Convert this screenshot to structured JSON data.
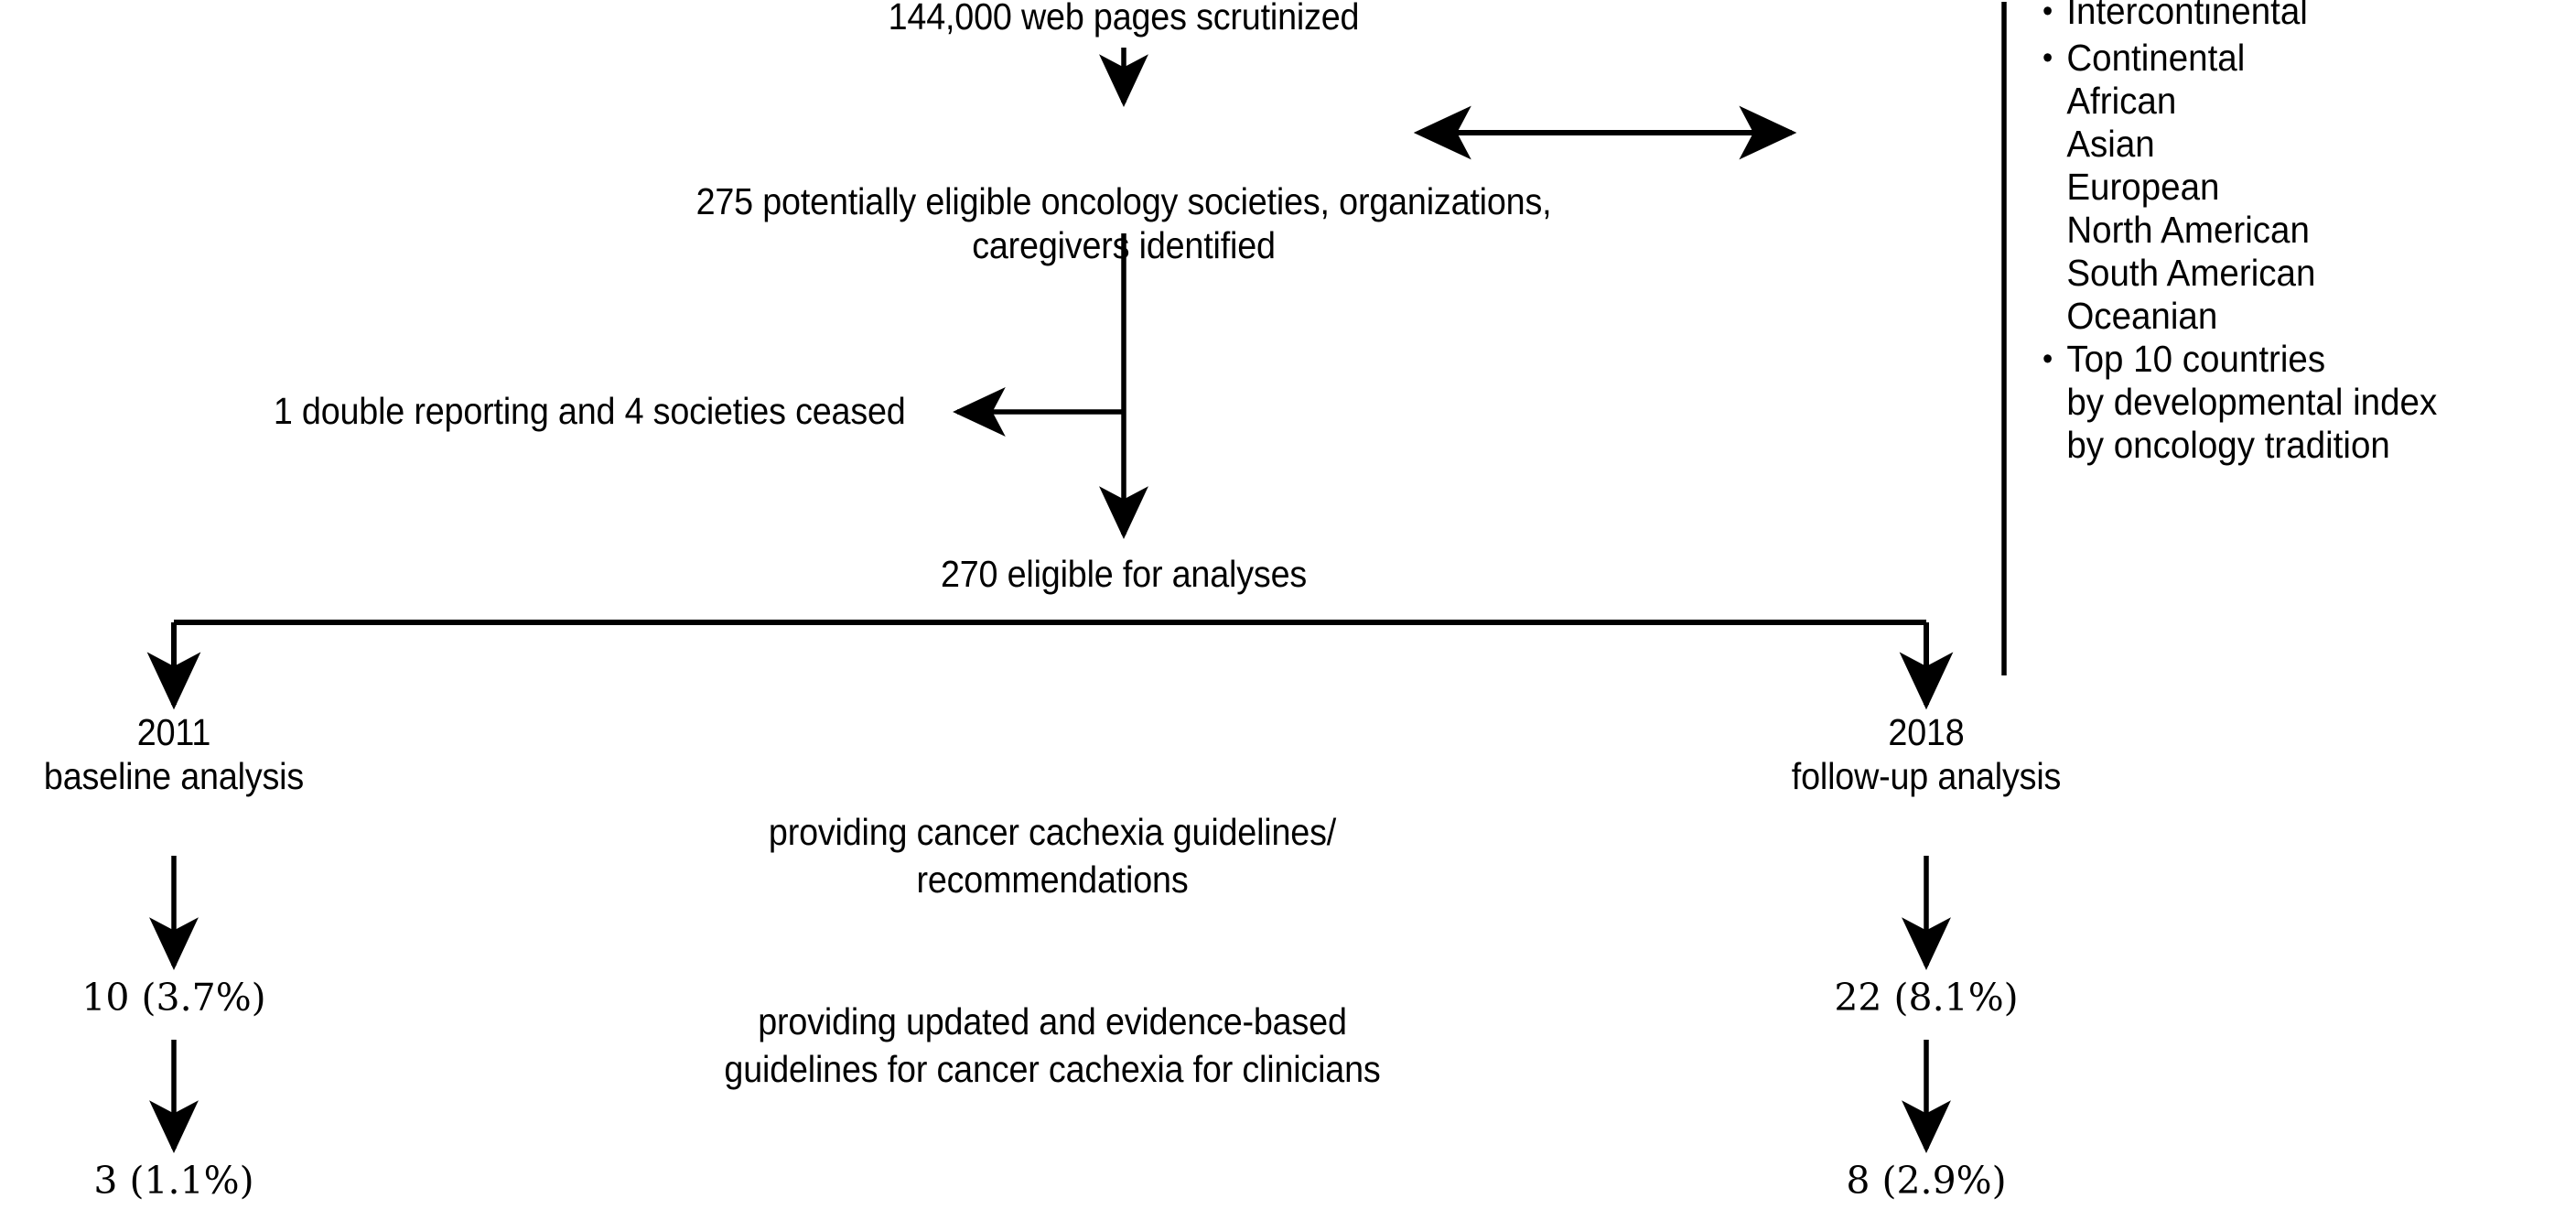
{
  "diagram": {
    "title": "Cancer cachexia guideline flow diagram",
    "line_color": "#000000",
    "background": "#ffffff"
  },
  "flow": {
    "screened": "144,000 web pages scrutinized",
    "eligible_candidates": "275 potentially eligible oncology societies, organizations,\ncaregivers identified",
    "excluded": "1 double reporting and 4 societies ceased",
    "eligible_final": "270 eligible for analyses",
    "left_branch": {
      "year": "2011",
      "label": "baseline analysis",
      "result_1": "10 (3.7%)",
      "result_2": "3 (1.1%)"
    },
    "right_branch": {
      "year": "2018",
      "label": "follow-up analysis",
      "result_1": "22 (8.1%)",
      "result_2": "8 (2.9%)"
    },
    "center_note_1": "providing cancer cachexia guidelines/\nrecommendations",
    "center_note_2": "providing updated and evidence-based\nguidelines for cancer cachexia for clinicians"
  },
  "sidebar": {
    "groups": [
      {
        "bullet": "•",
        "label": "Intercontinental",
        "children": []
      },
      {
        "bullet": "•",
        "label": "Continental",
        "children": [
          "African",
          "Asian",
          "European",
          "North American",
          "South American",
          "Oceanian"
        ]
      },
      {
        "bullet": "•",
        "label": "Top 10 countries",
        "children": [
          "by developmental index",
          "by oncology tradition"
        ]
      }
    ]
  },
  "chart_data": {
    "type": "diagram",
    "title": "Selection flow of oncology societies providing cancer cachexia guidelines",
    "nodes": [
      {
        "id": "screened",
        "text": "144,000 web pages scrutinized",
        "value": 144000
      },
      {
        "id": "candidates",
        "text": "275 potentially eligible oncology societies, organizations, caregivers identified",
        "value": 275
      },
      {
        "id": "excluded",
        "text": "1 double reporting and 4 societies ceased",
        "value": 5
      },
      {
        "id": "eligible",
        "text": "270 eligible for analyses",
        "value": 270
      },
      {
        "id": "y2011_guidelines",
        "text": "10 (3.7%)",
        "value": 10,
        "percent": 3.7,
        "year": 2011
      },
      {
        "id": "y2011_updated",
        "text": "3 (1.1%)",
        "value": 3,
        "percent": 1.1,
        "year": 2011
      },
      {
        "id": "y2018_guidelines",
        "text": "22 (8.1%)",
        "value": 22,
        "percent": 8.1,
        "year": 2018
      },
      {
        "id": "y2018_updated",
        "text": "8 (2.9%)",
        "value": 8,
        "percent": 2.9,
        "year": 2018
      }
    ],
    "edges": [
      {
        "from": "screened",
        "to": "candidates",
        "type": "arrow-down"
      },
      {
        "from": "candidates",
        "to": "excluded",
        "type": "arrow-left"
      },
      {
        "from": "candidates",
        "to": "eligible",
        "type": "arrow-down"
      },
      {
        "from": "eligible",
        "to": "y2011_guidelines",
        "type": "branch-left"
      },
      {
        "from": "eligible",
        "to": "y2018_guidelines",
        "type": "branch-right"
      },
      {
        "from": "y2011_guidelines",
        "to": "y2011_updated",
        "type": "arrow-down"
      },
      {
        "from": "y2018_guidelines",
        "to": "y2018_updated",
        "type": "arrow-down"
      }
    ],
    "criteria_legend": [
      "Intercontinental",
      "Continental: African, Asian, European, North American, South American, Oceanian",
      "Top 10 countries by developmental index, by oncology tradition"
    ]
  }
}
